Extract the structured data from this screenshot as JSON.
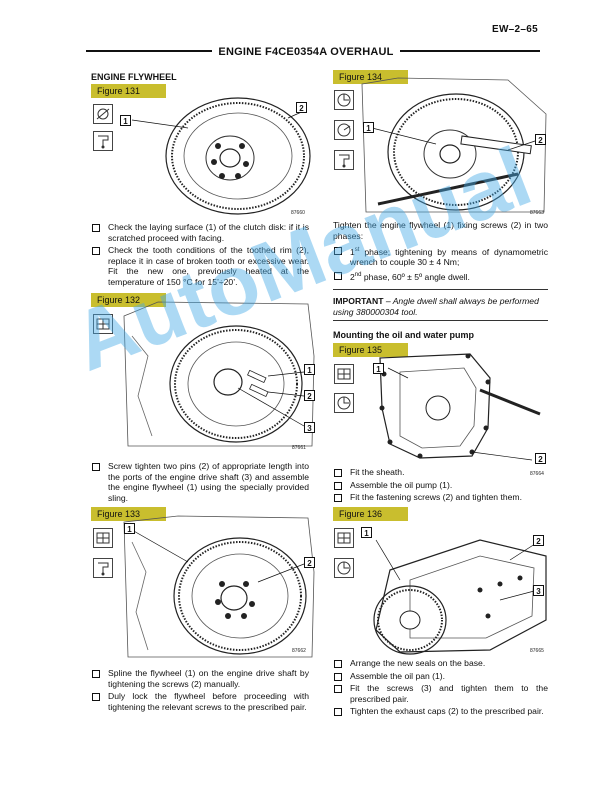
{
  "header": {
    "page_number": "EW–2–65",
    "title": "ENGINE F4CE0354A OVERHAUL"
  },
  "left": {
    "section_title": "ENGINE FLYWHEEL",
    "fig131": {
      "label": "Figure 131",
      "code": "87660",
      "callouts": [
        "1",
        "2"
      ]
    },
    "fig131_bullets": [
      "Check the laying surface (1) of the clutch disk: if it is scratched proceed with facing.",
      "Check the tooth conditions of the toothed rim (2), replace it in case of broken tooth or excessive wear. Fit the new one, previously heated at the temperature of 150 °C for 15’÷20’."
    ],
    "fig132": {
      "label": "Figure 132",
      "code": "87661",
      "callouts": [
        "1",
        "2",
        "3"
      ]
    },
    "fig132_bullets": [
      "Screw tighten two pins (2) of appropriate length into the ports of the engine drive shaft (3) and assemble the engine flywheel (1) using the specially provided sling."
    ],
    "fig133": {
      "label": "Figure 133",
      "code": "87662",
      "callouts": [
        "1",
        "2"
      ]
    },
    "fig133_bullets": [
      "Spline the flywheel (1) on the engine drive shaft by tightening the screws (2) manually.",
      "Duly lock the flywheel before proceeding with tightening the relevant screws to the prescribed pair."
    ]
  },
  "right": {
    "fig134": {
      "label": "Figure 134",
      "code": "87663",
      "callouts": [
        "1",
        "2"
      ]
    },
    "fig134_text": "Tighten the engine flywheel (1) fixing screws (2) in two phases:",
    "fig134_bullets": [
      {
        "sup": "st",
        "num": "1",
        "text": " phase; tightening by means of dynamometric wrench to couple 30  ± 4 Nm;"
      },
      {
        "sup": "nd",
        "num": "2",
        "text": " phase, 60º  ± 5º angle dwell."
      }
    ],
    "important_label": "IMPORTANT",
    "important_text": " – Angle dwell shall always be performed using 380000304 tool.",
    "section2_title": "Mounting the oil and water pump",
    "fig135": {
      "label": "Figure 135",
      "code": "87664",
      "callouts": [
        "1",
        "2"
      ]
    },
    "fig135_bullets": [
      "Fit the sheath.",
      "Assemble the oil pump (1).",
      "Fit the fastening screws (2) and tighten them."
    ],
    "fig136": {
      "label": "Figure 136",
      "code": "87665",
      "callouts": [
        "1",
        "2",
        "3"
      ]
    },
    "fig136_bullets": [
      "Arrange the new seals on the base.",
      "Assemble the oil pan (1).",
      "Fit the screws (3) and tighten them to the prescribed pair.",
      "Tighten the exhaust caps (2) to the prescribed pair."
    ]
  },
  "watermark": "AutoManual"
}
